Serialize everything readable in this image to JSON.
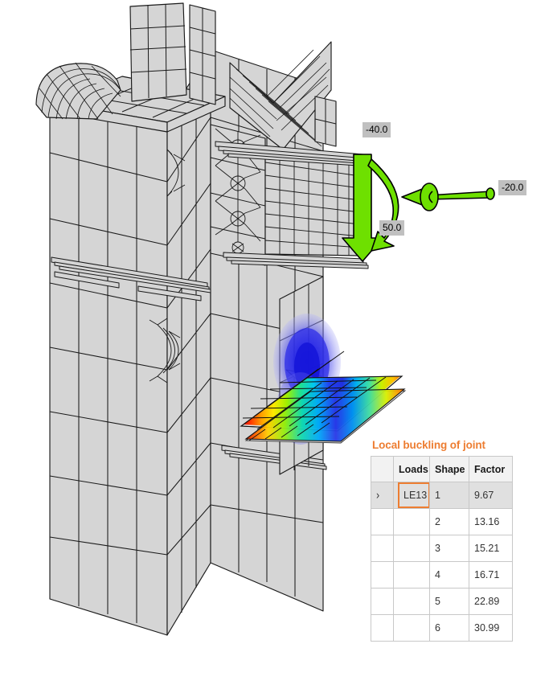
{
  "scene": {
    "name": "fem-joint-buckling-view",
    "description": "Finite element mesh of a beam-to-column bolted joint with buckling mode shape contour",
    "background_color": "#ffffff",
    "mesh_fill": "#d5d5d5",
    "mesh_edge": "#1a1a1a"
  },
  "loads": {
    "accent_color": "#6ee000",
    "label_background": "#c0c0c0",
    "items": [
      {
        "id": "moment",
        "value": "-40.0",
        "icon": "moment-arrow-icon"
      },
      {
        "id": "axial",
        "value": "-20.0",
        "icon": "axial-arrow-icon"
      },
      {
        "id": "shear",
        "value": "50.0",
        "icon": "shear-arrow-icon"
      }
    ]
  },
  "contour": {
    "name": "buckling-mode-contour",
    "colors": [
      "#d40000",
      "#ff6000",
      "#ffd000",
      "#b8ee10",
      "#18e0a0",
      "#10c8ff",
      "#1040ff",
      "#0000c8"
    ]
  },
  "results": {
    "title": "Local buckling of joint",
    "title_color": "#ED7D31",
    "columns": [
      "",
      "Loads",
      "Shape",
      "Factor"
    ],
    "rows": [
      {
        "expander": "›",
        "loads": "LE13",
        "shape": "1",
        "factor": "9.67",
        "selected": true
      },
      {
        "expander": "",
        "loads": "",
        "shape": "2",
        "factor": "13.16",
        "selected": false
      },
      {
        "expander": "",
        "loads": "",
        "shape": "3",
        "factor": "15.21",
        "selected": false
      },
      {
        "expander": "",
        "loads": "",
        "shape": "4",
        "factor": "16.71",
        "selected": false
      },
      {
        "expander": "",
        "loads": "",
        "shape": "5",
        "factor": "22.89",
        "selected": false
      },
      {
        "expander": "",
        "loads": "",
        "shape": "6",
        "factor": "30.99",
        "selected": false
      }
    ]
  }
}
